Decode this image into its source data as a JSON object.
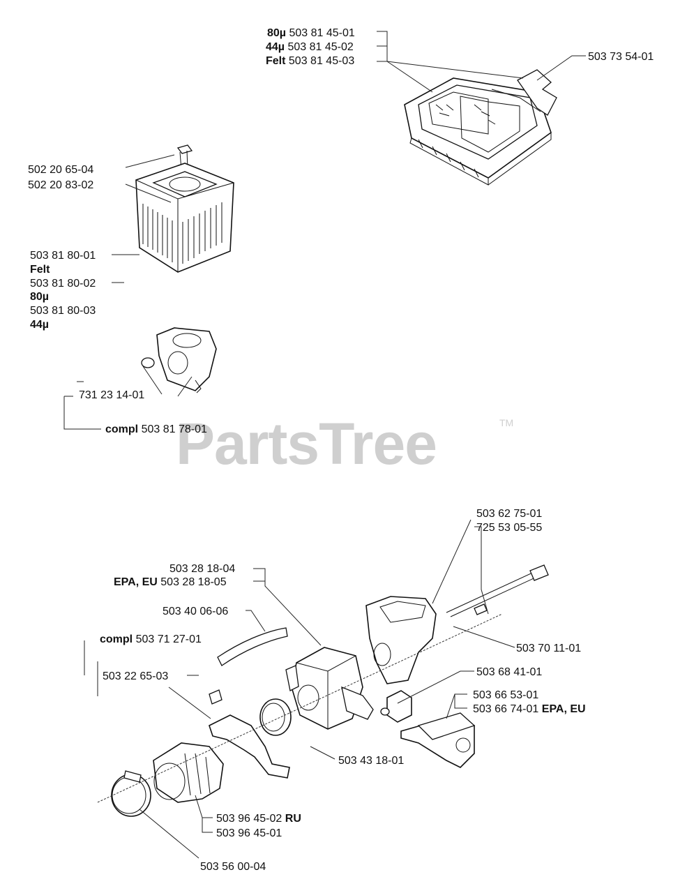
{
  "watermark": {
    "text": "PartsTree",
    "tm": "TM"
  },
  "labels": {
    "air_filter_cover": {
      "l1_bold": "80µ",
      "l1_num": "503 81 45-01",
      "l2_bold": "44µ",
      "l2_num": "503 81 45-02",
      "l3_bold": "Felt",
      "l3_num": "503 81 45-03",
      "side_num": "503 73 54-01"
    },
    "filter_stack": {
      "bolt": "502 20 65-04",
      "nut": "502 20 83-02",
      "filter_a": "503 81 80-01",
      "felt": "Felt",
      "filter_b": "503 81 80-02",
      "mu80": "80µ",
      "filter_c": "503 81 80-03",
      "mu44": "44µ",
      "plug": "731 23 14-01",
      "compl_bold": "compl",
      "compl_num": "503 81 78-01"
    },
    "carb_assembly": {
      "p1": "503 62 75-01",
      "p2": "725 53 05-55",
      "carb1": "503 28 18-04",
      "carb2_bold": "EPA, EU",
      "carb2_num": "503 28 18-05",
      "tube": "503 40 06-06",
      "compl_bold": "compl",
      "compl_num": "503 71 27-01",
      "bracket": "503 22 65-03",
      "rod": "503 70 11-01",
      "knob": "503 68 41-01",
      "lever1": "503 66 53-01",
      "lever2_num": "503 66 74-01",
      "lever2_bold": "EPA, EU",
      "ring": "503 43 18-01",
      "intake1_num": "503 96 45-02",
      "intake1_bold": "RU",
      "intake2": "503 96 45-01",
      "clamp": "503 56 00-04"
    }
  }
}
